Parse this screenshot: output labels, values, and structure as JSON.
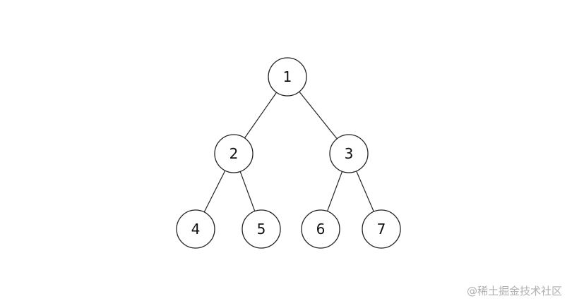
{
  "diagram": {
    "nodes": [
      {
        "id": "n1",
        "label": "1"
      },
      {
        "id": "n2",
        "label": "2"
      },
      {
        "id": "n3",
        "label": "3"
      },
      {
        "id": "n4",
        "label": "4"
      },
      {
        "id": "n5",
        "label": "5"
      },
      {
        "id": "n6",
        "label": "6"
      },
      {
        "id": "n7",
        "label": "7"
      }
    ],
    "edges": [
      {
        "from": "n1",
        "to": "n2"
      },
      {
        "from": "n1",
        "to": "n3"
      },
      {
        "from": "n2",
        "to": "n4"
      },
      {
        "from": "n2",
        "to": "n5"
      },
      {
        "from": "n3",
        "to": "n6"
      },
      {
        "from": "n3",
        "to": "n7"
      }
    ]
  },
  "watermark": "@稀土掘金技术社区"
}
